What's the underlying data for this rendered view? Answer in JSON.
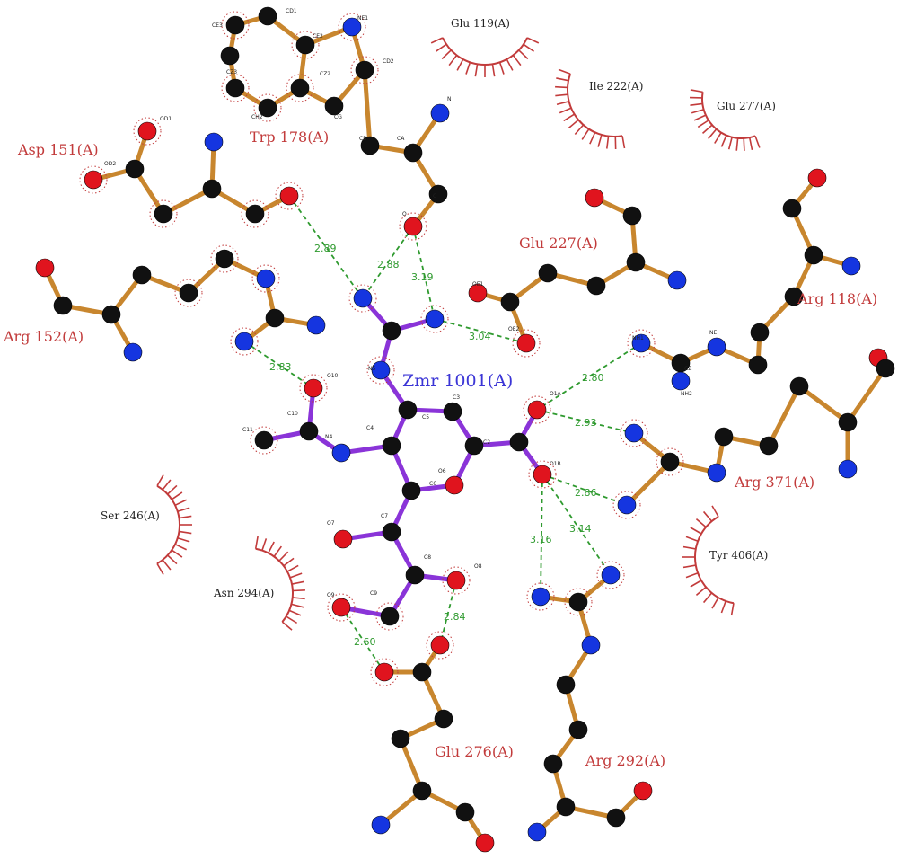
{
  "ligand": {
    "name": "Zmr 1001(A)"
  },
  "residues": [
    {
      "id": "trp178",
      "label": "Trp 178(A)"
    },
    {
      "id": "asp151",
      "label": "Asp 151(A)"
    },
    {
      "id": "glu227",
      "label": "Glu 227(A)"
    },
    {
      "id": "arg118",
      "label": "Arg 118(A)"
    },
    {
      "id": "arg152",
      "label": "Arg 152(A)"
    },
    {
      "id": "arg371",
      "label": "Arg 371(A)"
    },
    {
      "id": "glu276",
      "label": "Glu 276(A)"
    },
    {
      "id": "arg292",
      "label": "Arg 292(A)"
    }
  ],
  "hydrophobic_contacts": [
    {
      "id": "glu119",
      "label": "Glu 119(A)"
    },
    {
      "id": "ile222",
      "label": "Ile 222(A)"
    },
    {
      "id": "glu277",
      "label": "Glu 277(A)"
    },
    {
      "id": "ser246",
      "label": "Ser 246(A)"
    },
    {
      "id": "asn294",
      "label": "Asn 294(A)"
    },
    {
      "id": "tyr406",
      "label": "Tyr 406(A)"
    }
  ],
  "hbond_distances": [
    "2.89",
    "2.88",
    "3.19",
    "3.04",
    "2.83",
    "2.80",
    "2.93",
    "2.86",
    "3.14",
    "3.16",
    "2.84",
    "2.60"
  ],
  "atom_labels": [
    "CD1",
    "NE1",
    "CE2",
    "CE3",
    "CZ3",
    "CH2",
    "CZ2",
    "CD2",
    "CG",
    "CB",
    "CA",
    "C",
    "O",
    "N",
    "OD1",
    "OD2",
    "OE1",
    "OE2",
    "NH1",
    "NH2",
    "NE",
    "CZ",
    "N5",
    "C4",
    "C5",
    "C6",
    "C2",
    "C3",
    "O6",
    "O1A",
    "O1B",
    "C7",
    "C8",
    "C9",
    "O7",
    "O8",
    "O9",
    "N4",
    "C10",
    "C11",
    "O10"
  ],
  "colors": {
    "residue_bond": "#c8862e",
    "ligand_bond": "#8a34d8",
    "carbon": "#111111",
    "oxygen": "#e0141e",
    "nitrogen": "#1535e0",
    "hbond": "#2f9a2f",
    "residue_label": "#c23b3b",
    "ligand_label": "#3b35d6"
  }
}
